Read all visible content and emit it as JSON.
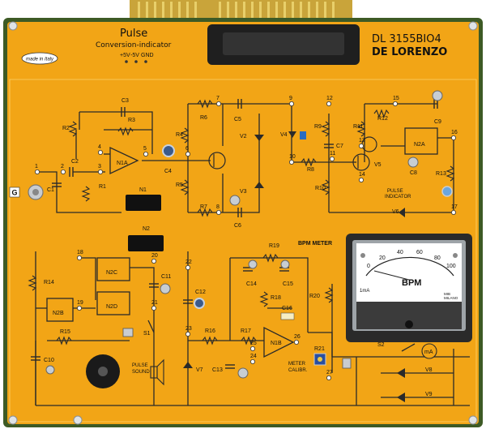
{
  "header": {
    "module_title": "Pulse",
    "module_subtitle": "Conversion-indicator",
    "supply_labels": [
      "+5V",
      "-5V",
      "GND"
    ],
    "made_in": "made in Italy",
    "model_code": "DL 3155BIO4",
    "brand": "DE LORENZO"
  },
  "labels": {
    "pulse_indicator": "PULSE\nINDICATOR",
    "pulse_sound": "PULSE\nSOUND",
    "bpm_meter": "BPM METER",
    "meter_calibr": "METER\nCALIBR.",
    "input_g": "G"
  },
  "ics": [
    "N1",
    "N2"
  ],
  "opamps": [
    "N1A",
    "N1B",
    "N2A",
    "N2B",
    "N2C",
    "N2D"
  ],
  "test_points": [
    "1",
    "2",
    "3",
    "4",
    "5",
    "6",
    "7",
    "8",
    "9",
    "10",
    "11",
    "12",
    "13",
    "14",
    "15",
    "16",
    "17",
    "18",
    "19",
    "20",
    "21",
    "22",
    "23",
    "24",
    "25",
    "26",
    "27"
  ],
  "resistors": [
    "R1",
    "R2",
    "R3",
    "R4",
    "R5",
    "R6",
    "R7",
    "R8",
    "R9",
    "R10",
    "R11",
    "R12",
    "R13",
    "R14",
    "R15",
    "R16",
    "R17",
    "R18",
    "R19",
    "R20",
    "R21"
  ],
  "capacitors": [
    "C1",
    "C2",
    "C3",
    "C4",
    "C5",
    "C6",
    "C7",
    "C8",
    "C9",
    "C10",
    "C11",
    "C12",
    "C13",
    "C14",
    "C15",
    "C16"
  ],
  "meter": {
    "unit": "BPM",
    "scale": [
      0,
      20,
      40,
      60,
      80,
      100
    ],
    "range_label": "1mA",
    "reading": 0,
    "maker": "MIB\nMILANO"
  },
  "switches": [
    "S1",
    "S2"
  ],
  "diodes": [
    "V2",
    "V3",
    "V4",
    "V5",
    "V6",
    "V7",
    "V8",
    "V9"
  ],
  "ma_label": "mA",
  "colors": {
    "board": "#f2a516",
    "frame": "#3d5a25",
    "edge_connector": "#c9a43a"
  }
}
